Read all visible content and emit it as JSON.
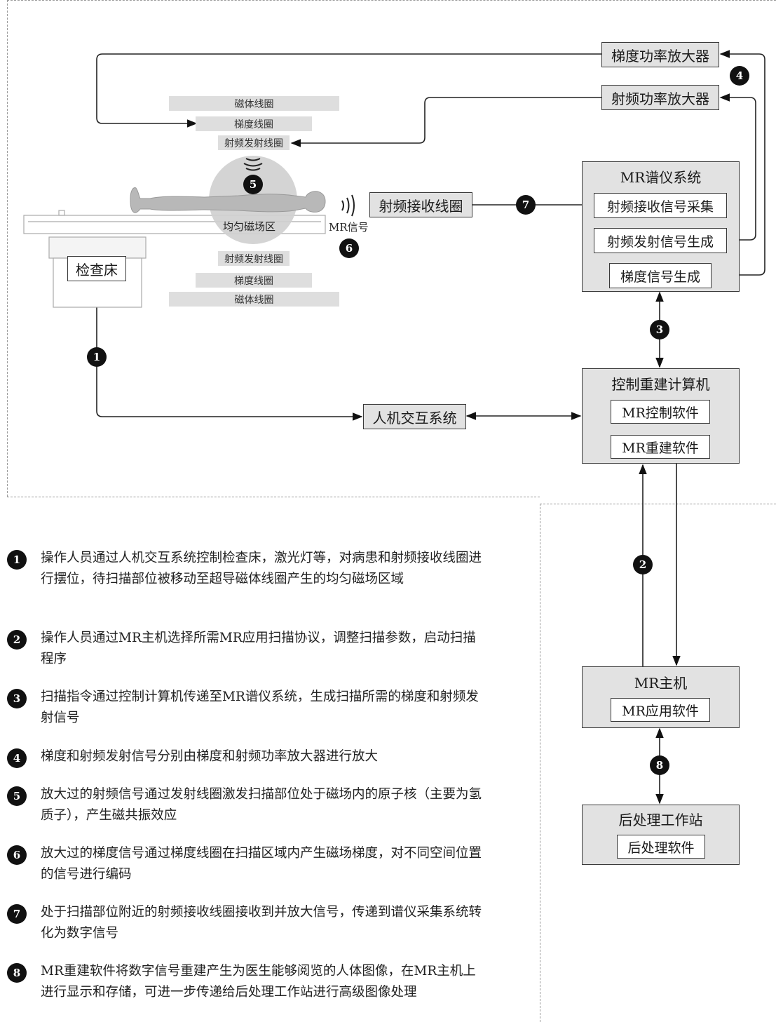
{
  "coils": {
    "top": [
      "磁体线圈",
      "梯度线圈",
      "射频发射线圈"
    ],
    "bottom": [
      "射频发射线圈",
      "梯度线圈",
      "磁体线圈"
    ]
  },
  "labels": {
    "uniform_field": "均匀磁场区",
    "exam_table": "检查床",
    "mr_signal": "MR信号",
    "rf_receive_coil": "射频接收线圈",
    "hci_system": "人机交互系统",
    "gradient_amp": "梯度功率放大器",
    "rf_amp": "射频功率放大器"
  },
  "spectrometer": {
    "title": "MR谱仪系统",
    "items": [
      "射频接收信号采集",
      "射频发射信号生成",
      "梯度信号生成"
    ]
  },
  "control_computer": {
    "title": "控制重建计算机",
    "items": [
      "MR控制软件",
      "MR重建软件"
    ]
  },
  "mr_host": {
    "title": "MR主机",
    "items": [
      "MR应用软件"
    ]
  },
  "post_station": {
    "title": "后处理工作站",
    "items": [
      "后处理软件"
    ]
  },
  "markers": [
    "1",
    "2",
    "3",
    "4",
    "5",
    "6",
    "7",
    "8"
  ],
  "legend": [
    {
      "num": "1",
      "text": "操作人员通过人机交互系统控制检查床，激光灯等，对病患和射频接收线圈进行摆位，待扫描部位被移动至超导磁体线圈产生的均匀磁场区域"
    },
    {
      "num": "2",
      "text": "操作人员通过MR主机选择所需MR应用扫描协议，调整扫描参数，启动扫描程序"
    },
    {
      "num": "3",
      "text": "扫描指令通过控制计算机传递至MR谱仪系统，生成扫描所需的梯度和射频发射信号"
    },
    {
      "num": "4",
      "text": "梯度和射频发射信号分别由梯度和射频功率放大器进行放大"
    },
    {
      "num": "5",
      "text": "放大过的射频信号通过发射线圈激发扫描部位处于磁场内的原子核（主要为氢质子），产生磁共振效应"
    },
    {
      "num": "6",
      "text": "放大过的梯度信号通过梯度线圈在扫描区域内产生磁场梯度，对不同空间位置的信号进行编码"
    },
    {
      "num": "7",
      "text": "处于扫描部位附近的射频接收线圈接收到并放大信号，传递到谱仪采集系统转化为数字信号"
    },
    {
      "num": "8",
      "text": "MR重建软件将数字信号重建产生为医生能够阅览的人体图像，在MR主机上进行显示和存储，可进一步传递给后处理工作站进行高级图像处理"
    }
  ]
}
